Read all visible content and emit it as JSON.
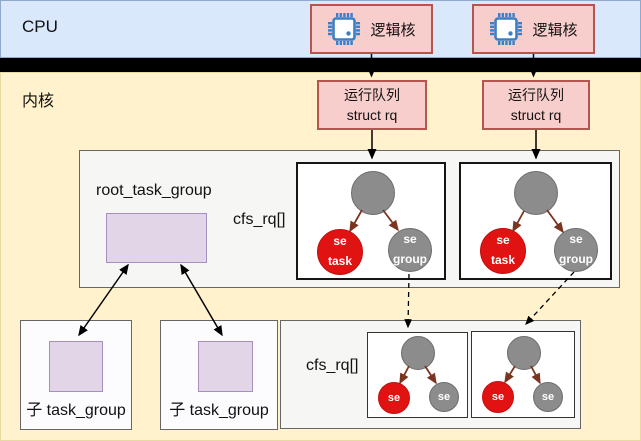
{
  "cpu_section": {
    "label": "CPU",
    "cores": [
      {
        "label": "逻辑核"
      },
      {
        "label": "逻辑核"
      }
    ]
  },
  "kernel_section": {
    "label": "内核"
  },
  "run_queues": [
    {
      "line1": "运行队列",
      "line2": "struct rq"
    },
    {
      "line1": "运行队列",
      "line2": "struct rq"
    }
  ],
  "root_group": {
    "label": "root_task_group",
    "cfs_rq_label": "cfs_rq[]"
  },
  "node_labels": {
    "se": "se",
    "task": "task",
    "group": "group"
  },
  "child_groups": [
    {
      "label": "子 task_group"
    },
    {
      "label": "子 task_group"
    }
  ],
  "bottom_row": {
    "cfs_rq_label": "cfs_rq[]"
  },
  "colors": {
    "cpu_band_bg": "#dae8fc",
    "kernel_bg": "#fff2cc",
    "box_pink": "#f8cecc",
    "box_pink_border": "#b85450",
    "lavender": "#e1d5e7",
    "red_node": "#e01212",
    "gray_node": "#8c8c8c",
    "arrow_brown": "#7a3420",
    "chip_blue": "#3b7fc4"
  }
}
